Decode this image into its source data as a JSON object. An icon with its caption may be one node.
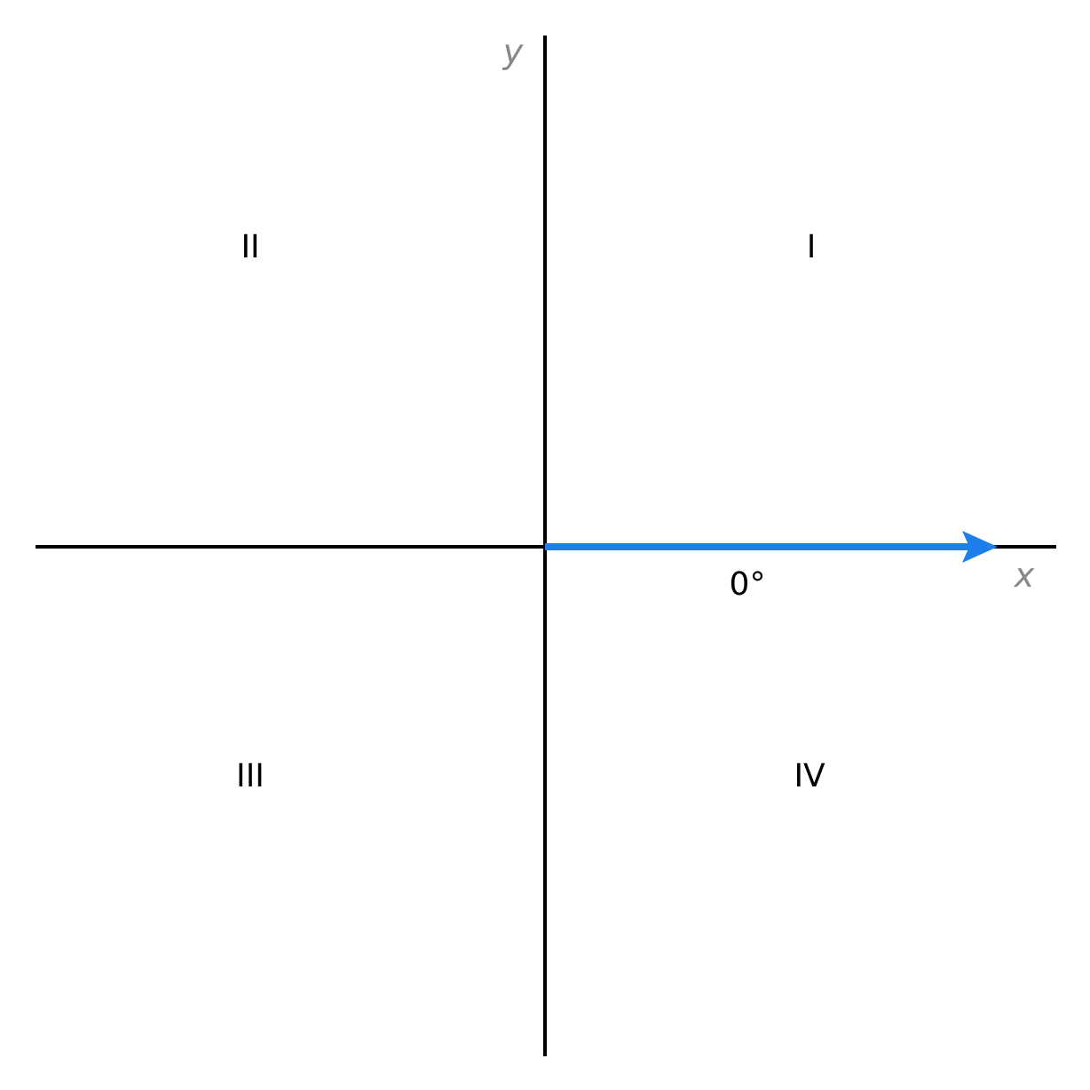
{
  "diagram": {
    "labels": [
      "y",
      "II",
      "I",
      "x",
      "0°",
      "III",
      "IV"
    ]
  }
}
